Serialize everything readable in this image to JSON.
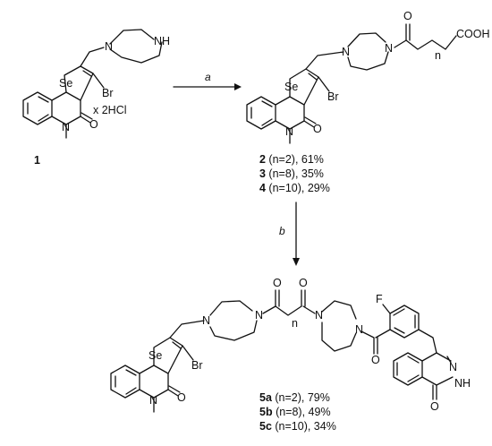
{
  "atoms": {
    "se": "Se",
    "br": "Br",
    "n": "N",
    "nh": "NH",
    "o": "O",
    "f": "F",
    "cooh": "COOH",
    "n_index": "n"
  },
  "compound1": {
    "number": "1",
    "salt": "x 2HCl"
  },
  "steps": {
    "a": "a",
    "b": "b"
  },
  "products_2_4": [
    {
      "num": "2",
      "detail": " (n=2), 61%"
    },
    {
      "num": "3",
      "detail": " (n=8), 35%"
    },
    {
      "num": "4",
      "detail": " (n=10), 29%"
    }
  ],
  "products_5": [
    {
      "num": "5a",
      "detail": " (n=2), 79%"
    },
    {
      "num": "5b",
      "detail": " (n=8), 49%"
    },
    {
      "num": "5c",
      "detail": " (n=10), 34%"
    }
  ]
}
